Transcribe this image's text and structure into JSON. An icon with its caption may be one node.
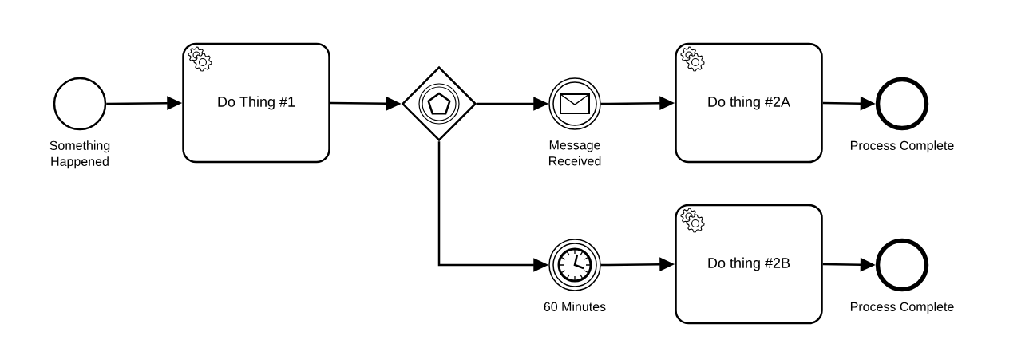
{
  "diagram": {
    "nodes": [
      {
        "text": [
          "Something Happened"
        ]
      },
      {
        "text": [
          "Do Thing #1"
        ]
      },
      {
        "text": [],
        "shape": "diamond"
      },
      {
        "text": [
          "Message Received"
        ]
      },
      {
        "text": [
          "Do thing #2A"
        ]
      },
      {
        "text": [
          "Process Complete"
        ]
      },
      {
        "text": [
          "60 Minutes"
        ]
      },
      {
        "text": [
          "Do thing #2B"
        ]
      },
      {
        "text": [
          "Process Complete"
        ]
      }
    ],
    "edges": [
      {
        "from": 0,
        "to": 1,
        "arrow": "to"
      },
      {
        "from": 1,
        "to": 2,
        "arrow": "to"
      },
      {
        "from": 2,
        "to": 3,
        "arrow": "to"
      },
      {
        "from": 3,
        "to": 4,
        "arrow": "to"
      },
      {
        "from": 4,
        "to": 5,
        "arrow": "to"
      },
      {
        "from": 2,
        "to": 6,
        "arrow": "to"
      },
      {
        "from": 6,
        "to": 7,
        "arrow": "to"
      },
      {
        "from": 7,
        "to": 8,
        "arrow": "to"
      }
    ]
  }
}
